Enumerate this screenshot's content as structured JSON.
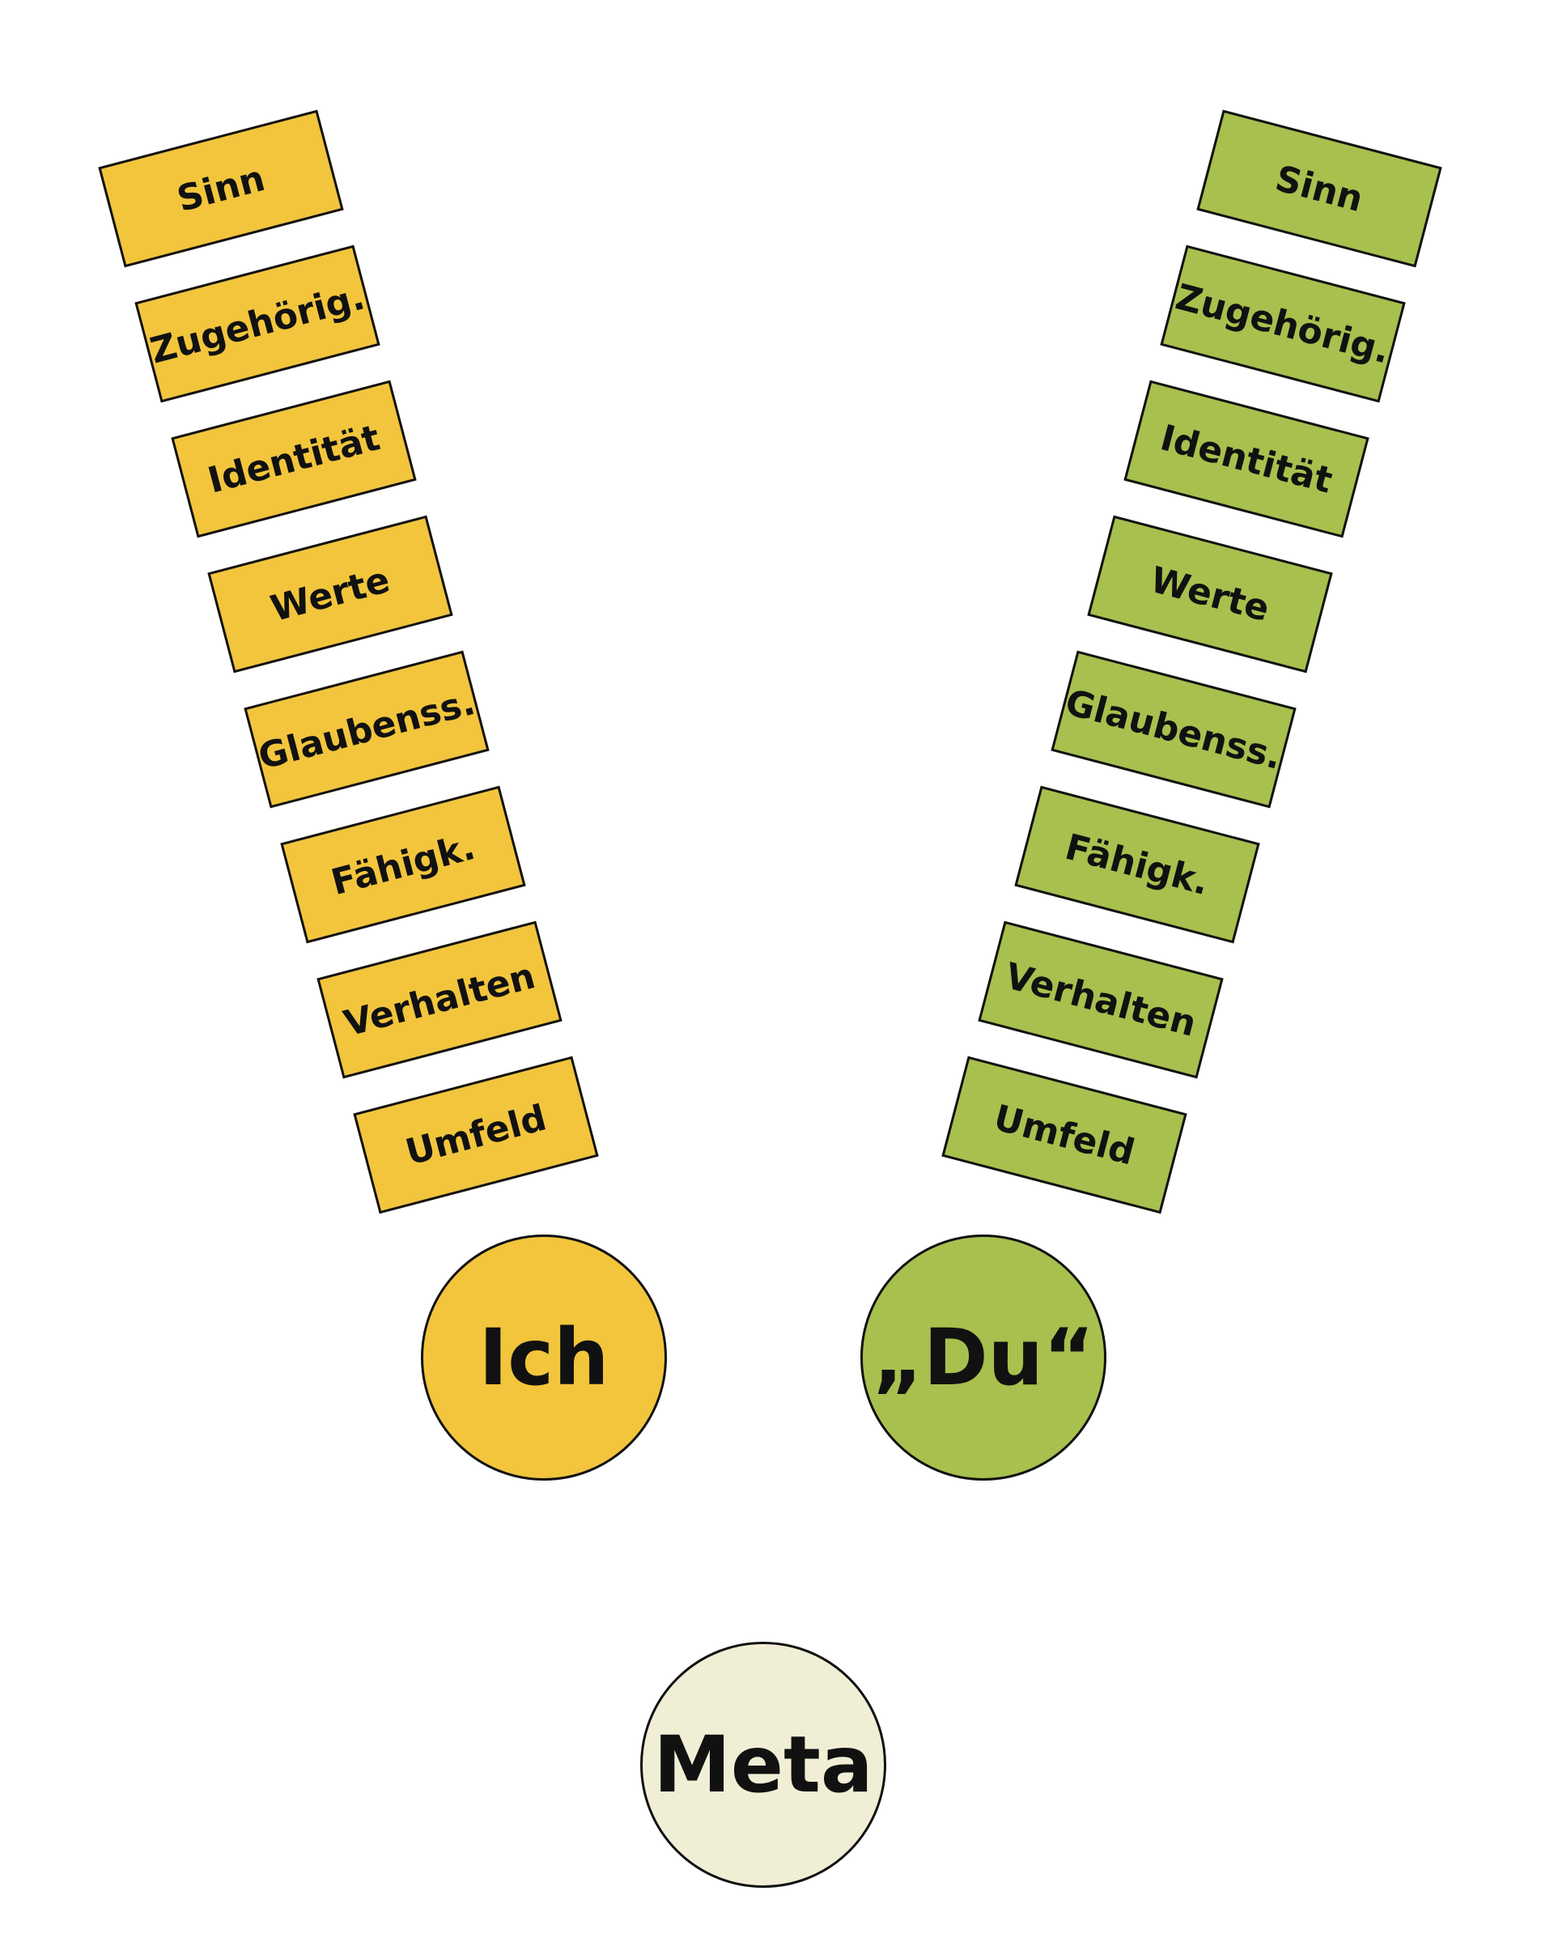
{
  "colors": {
    "ich": "#F2C53D",
    "du": "#A8C04E",
    "meta": "#F0EFD6"
  },
  "left_column": {
    "items": [
      "Sinn",
      "Zugehörig.",
      "Identität",
      "Werte",
      "Glaubenss.",
      "Fähigk.",
      "Verhalten",
      "Umfeld"
    ]
  },
  "right_column": {
    "items": [
      "Sinn",
      "Zugehörig.",
      "Identität",
      "Werte",
      "Glaubenss.",
      "Fähigk.",
      "Verhalten",
      "Umfeld"
    ]
  },
  "circles": {
    "ich": "Ich",
    "du": "„Du“",
    "meta": "Meta"
  }
}
